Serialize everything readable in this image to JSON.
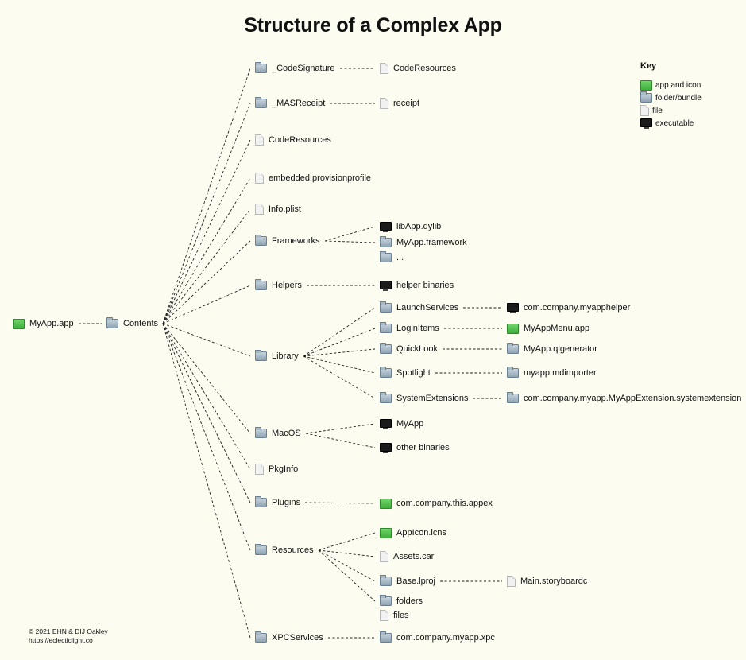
{
  "title": "Structure of a Complex App",
  "key": {
    "title": "Key",
    "items": [
      {
        "icon": "app-icon",
        "label": "app and icon"
      },
      {
        "icon": "folder-icon",
        "label": "folder/bundle"
      },
      {
        "icon": "file-icon",
        "label": "file"
      },
      {
        "icon": "executable-icon",
        "label": "executable"
      }
    ]
  },
  "nodes": {
    "myapp": {
      "label": "MyApp.app",
      "icon": "app-icon"
    },
    "contents": {
      "label": "Contents",
      "icon": "folder-icon"
    },
    "codesig": {
      "label": "_CodeSignature",
      "icon": "folder-icon"
    },
    "codesig_res": {
      "label": "CodeResources",
      "icon": "file-icon"
    },
    "masreceipt": {
      "label": "_MASReceipt",
      "icon": "folder-icon"
    },
    "receipt": {
      "label": "receipt",
      "icon": "file-icon"
    },
    "coderesources": {
      "label": "CodeResources",
      "icon": "file-icon"
    },
    "embedded": {
      "label": "embedded.provisionprofile",
      "icon": "file-icon"
    },
    "infoplist": {
      "label": "Info.plist",
      "icon": "file-icon"
    },
    "frameworks": {
      "label": "Frameworks",
      "icon": "folder-icon"
    },
    "libapp": {
      "label": "libApp.dylib",
      "icon": "executable-icon"
    },
    "myappfw": {
      "label": "MyApp.framework",
      "icon": "folder-icon"
    },
    "ellipsis": {
      "label": "...",
      "icon": "folder-icon"
    },
    "helpers": {
      "label": "Helpers",
      "icon": "folder-icon"
    },
    "helperbin": {
      "label": "helper binaries",
      "icon": "executable-icon"
    },
    "library": {
      "label": "Library",
      "icon": "folder-icon"
    },
    "launchsvc": {
      "label": "LaunchServices",
      "icon": "folder-icon"
    },
    "myapphelper": {
      "label": "com.company.myapphelper",
      "icon": "executable-icon"
    },
    "loginitems": {
      "label": "LoginItems",
      "icon": "folder-icon"
    },
    "myappmenu": {
      "label": "MyAppMenu.app",
      "icon": "app-icon"
    },
    "quicklook": {
      "label": "QuickLook",
      "icon": "folder-icon"
    },
    "qlgen": {
      "label": "MyApp.qlgenerator",
      "icon": "folder-icon"
    },
    "spotlight": {
      "label": "Spotlight",
      "icon": "folder-icon"
    },
    "mdimporter": {
      "label": "myapp.mdimporter",
      "icon": "folder-icon"
    },
    "sysext": {
      "label": "SystemExtensions",
      "icon": "folder-icon"
    },
    "sysextbundle": {
      "label": "com.company.myapp.MyAppExtension.systemextension",
      "icon": "folder-icon"
    },
    "macos": {
      "label": "MacOS",
      "icon": "folder-icon"
    },
    "myappbin": {
      "label": "MyApp",
      "icon": "executable-icon"
    },
    "otherbin": {
      "label": "other binaries",
      "icon": "executable-icon"
    },
    "pkginfo": {
      "label": "PkgInfo",
      "icon": "file-icon"
    },
    "plugins": {
      "label": "Plugins",
      "icon": "folder-icon"
    },
    "appex": {
      "label": "com.company.this.appex",
      "icon": "app-icon"
    },
    "resources": {
      "label": "Resources",
      "icon": "folder-icon"
    },
    "appicon": {
      "label": "AppIcon.icns",
      "icon": "app-icon"
    },
    "assets": {
      "label": "Assets.car",
      "icon": "file-icon"
    },
    "baselproj": {
      "label": "Base.lproj",
      "icon": "folder-icon"
    },
    "storyboard": {
      "label": "Main.storyboardc",
      "icon": "file-icon"
    },
    "folders": {
      "label": "folders",
      "icon": "folder-icon"
    },
    "files": {
      "label": "files",
      "icon": "file-icon"
    },
    "xpcservices": {
      "label": "XPCServices",
      "icon": "folder-icon"
    },
    "xpc": {
      "label": "com.company.myapp.xpc",
      "icon": "folder-icon"
    }
  },
  "edges": [
    [
      "myapp",
      "contents"
    ],
    [
      "contents",
      "codesig"
    ],
    [
      "contents",
      "masreceipt"
    ],
    [
      "contents",
      "coderesources"
    ],
    [
      "contents",
      "embedded"
    ],
    [
      "contents",
      "infoplist"
    ],
    [
      "contents",
      "frameworks"
    ],
    [
      "contents",
      "helpers"
    ],
    [
      "contents",
      "library"
    ],
    [
      "contents",
      "macos"
    ],
    [
      "contents",
      "pkginfo"
    ],
    [
      "contents",
      "plugins"
    ],
    [
      "contents",
      "resources"
    ],
    [
      "contents",
      "xpcservices"
    ],
    [
      "codesig",
      "codesig_res"
    ],
    [
      "masreceipt",
      "receipt"
    ],
    [
      "frameworks",
      "libapp"
    ],
    [
      "frameworks",
      "myappfw"
    ],
    [
      "helpers",
      "helperbin"
    ],
    [
      "library",
      "launchsvc"
    ],
    [
      "library",
      "loginitems"
    ],
    [
      "library",
      "quicklook"
    ],
    [
      "library",
      "spotlight"
    ],
    [
      "library",
      "sysext"
    ],
    [
      "launchsvc",
      "myapphelper"
    ],
    [
      "loginitems",
      "myappmenu"
    ],
    [
      "quicklook",
      "qlgen"
    ],
    [
      "spotlight",
      "mdimporter"
    ],
    [
      "sysext",
      "sysextbundle"
    ],
    [
      "macos",
      "myappbin"
    ],
    [
      "macos",
      "otherbin"
    ],
    [
      "plugins",
      "appex"
    ],
    [
      "resources",
      "appicon"
    ],
    [
      "resources",
      "assets"
    ],
    [
      "resources",
      "baselproj"
    ],
    [
      "resources",
      "folders"
    ],
    [
      "baselproj",
      "storyboard"
    ],
    [
      "xpcservices",
      "xpc"
    ]
  ],
  "footer": {
    "copyright": "© 2021 EHN & DIJ Oakley",
    "url": "https://eclecticlight.co"
  }
}
